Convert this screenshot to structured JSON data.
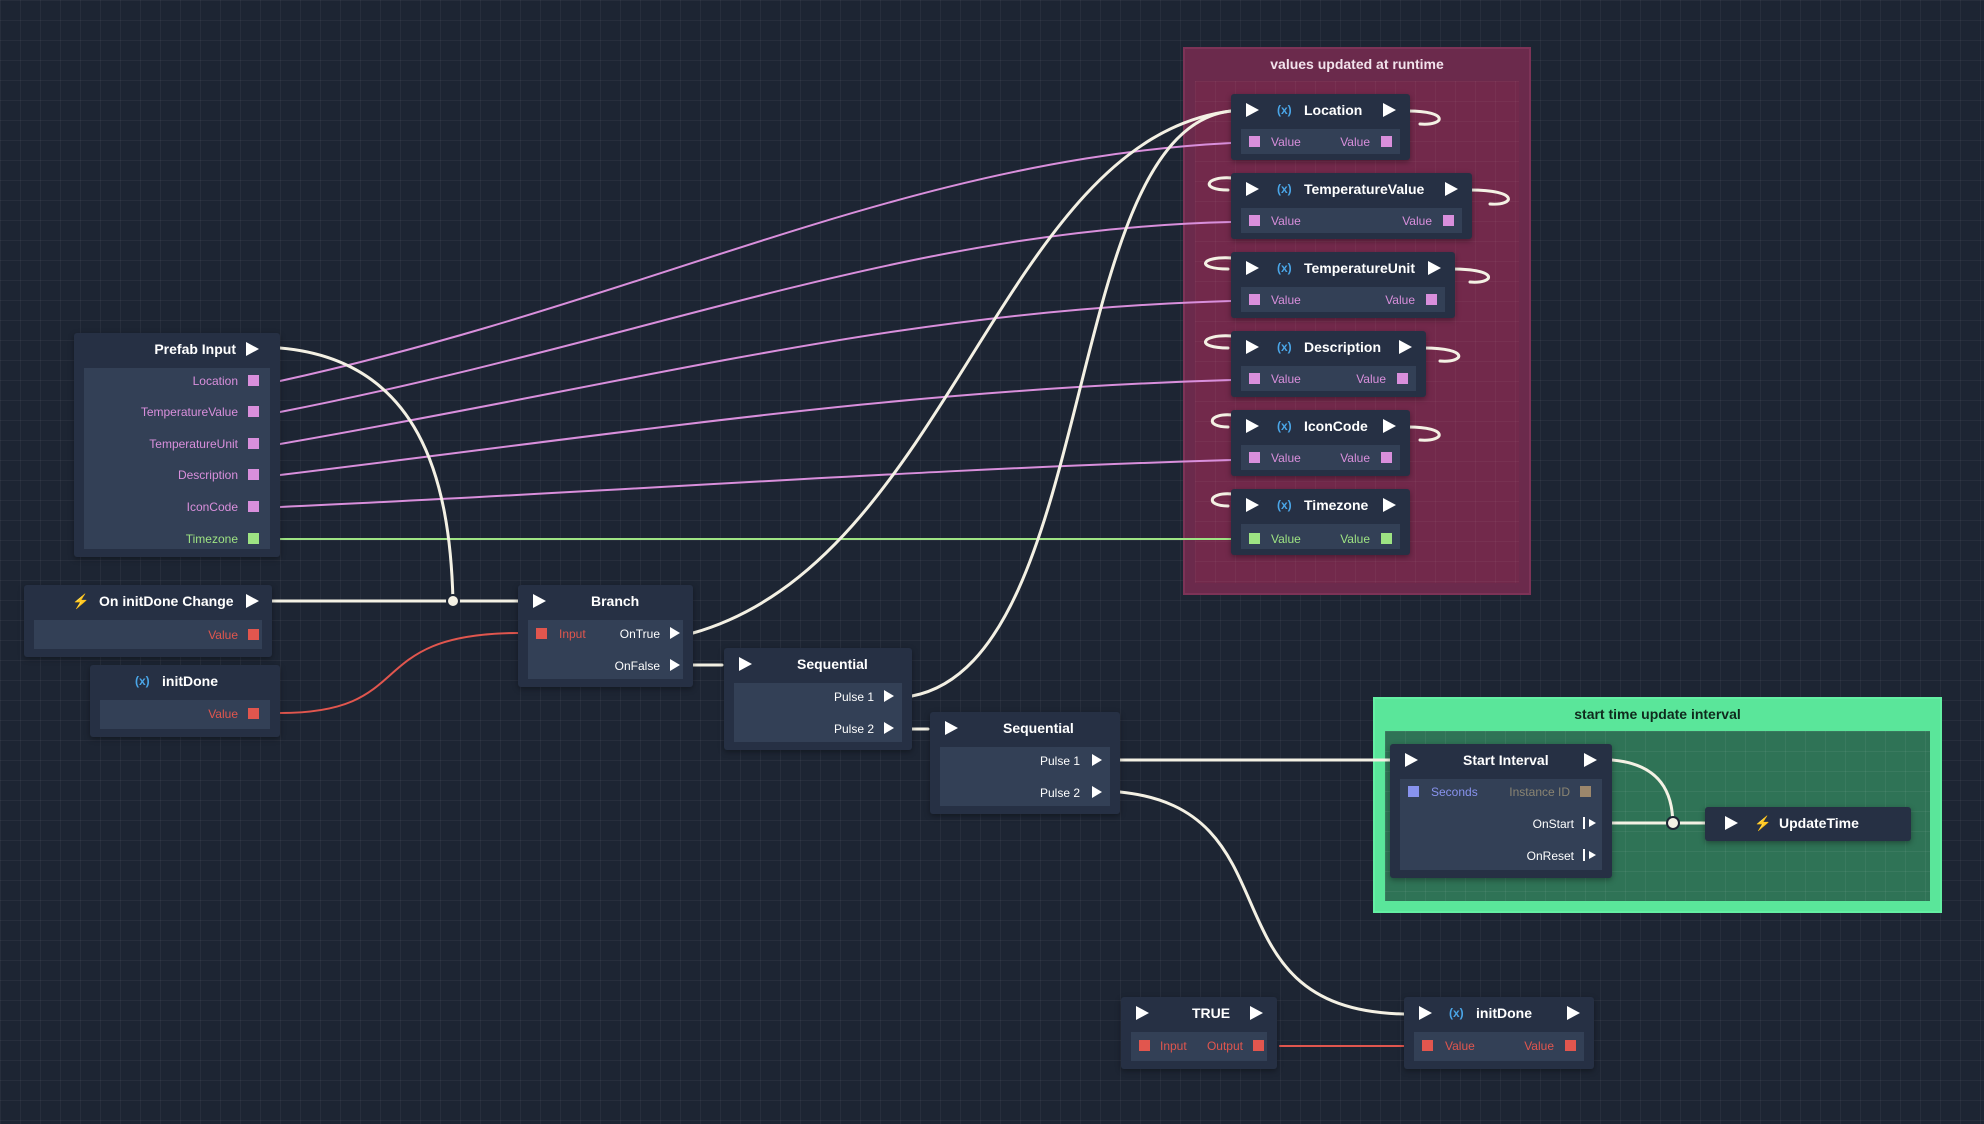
{
  "colors": {
    "background": "#1d2533",
    "node": "#263044",
    "node_body": "#334056",
    "exec_wire": "#f4f1e4",
    "string_port": "#d98fdc",
    "bool_port": "#e1564e",
    "timezone_port": "#9ee383",
    "number_port": "#8893ee",
    "id_port": "#9c876c",
    "runtime_group": "#6b2a4c",
    "interval_group": "#5ae69a"
  },
  "icons": {
    "exec": "play-triangle",
    "variable": "(x)",
    "event": "lightning-bolt"
  },
  "groups": {
    "runtime": {
      "title": "values updated at runtime"
    },
    "interval": {
      "title": "start time update interval"
    }
  },
  "nodes": {
    "prefab_input": {
      "title": "Prefab Input",
      "outputs": [
        "Location",
        "TemperatureValue",
        "TemperatureUnit",
        "Description",
        "IconCode",
        "Timezone"
      ]
    },
    "on_initdone_change": {
      "title": "On initDone Change",
      "output": "Value"
    },
    "initdone_get": {
      "icon": "(x)",
      "title": "initDone",
      "output": "Value"
    },
    "branch": {
      "title": "Branch",
      "input": "Input",
      "on_true": "OnTrue",
      "on_false": "OnFalse"
    },
    "sequential1": {
      "title": "Sequential",
      "pulse1": "Pulse 1",
      "pulse2": "Pulse 2"
    },
    "sequential2": {
      "title": "Sequential",
      "pulse1": "Pulse 1",
      "pulse2": "Pulse 2"
    },
    "setters": [
      {
        "icon": "(x)",
        "title": "Location",
        "in": "Value",
        "out": "Value"
      },
      {
        "icon": "(x)",
        "title": "TemperatureValue",
        "in": "Value",
        "out": "Value"
      },
      {
        "icon": "(x)",
        "title": "TemperatureUnit",
        "in": "Value",
        "out": "Value"
      },
      {
        "icon": "(x)",
        "title": "Description",
        "in": "Value",
        "out": "Value"
      },
      {
        "icon": "(x)",
        "title": "IconCode",
        "in": "Value",
        "out": "Value"
      },
      {
        "icon": "(x)",
        "title": "Timezone",
        "in": "Value",
        "out": "Value"
      }
    ],
    "start_interval": {
      "title": "Start Interval",
      "seconds": "Seconds",
      "instance_id": "Instance ID",
      "on_start": "OnStart",
      "on_reset": "OnReset"
    },
    "update_time": {
      "title": "UpdateTime"
    },
    "true_node": {
      "title": "TRUE",
      "input": "Input",
      "output": "Output"
    },
    "initdone_set": {
      "icon": "(x)",
      "title": "initDone",
      "in": "Value",
      "out": "Value"
    }
  }
}
